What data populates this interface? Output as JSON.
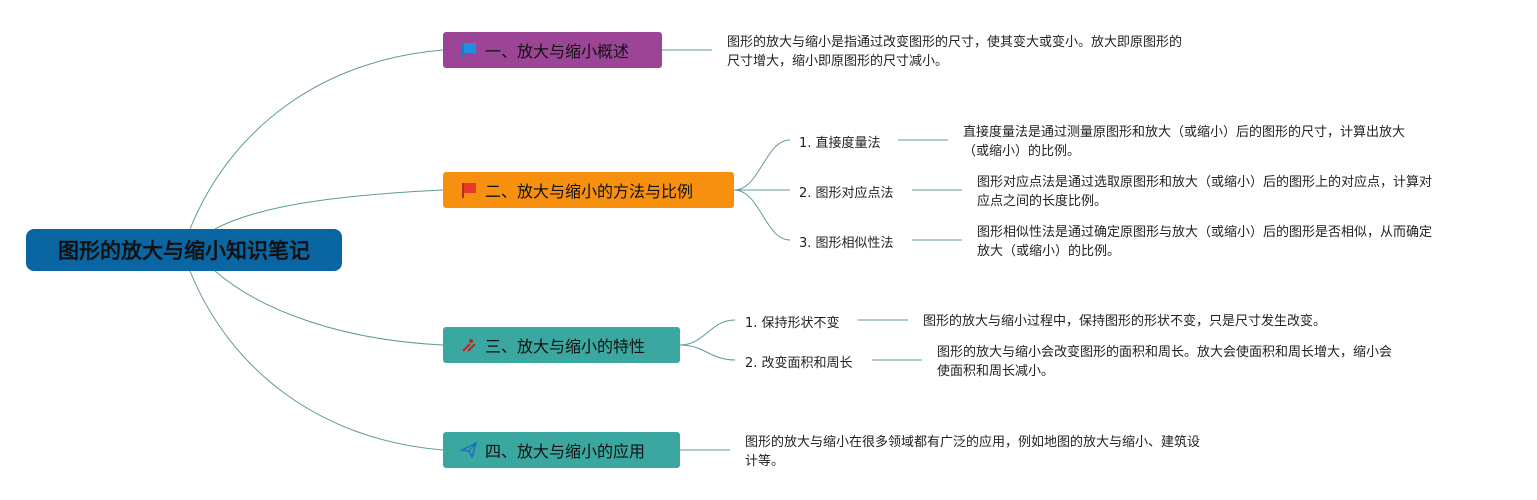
{
  "root": {
    "title": "图形的放大与缩小知识笔记"
  },
  "branches": [
    {
      "label": "一、放大与缩小概述",
      "icon": "flag-blue-icon",
      "desc": [
        "图形的放大与缩小是指通过改变图形的尺寸，使其变大或变小。放大即原图形的",
        "尺寸增大，缩小即原图形的尺寸减小。"
      ]
    },
    {
      "label": "二、放大与缩小的方法与比例",
      "icon": "flag-red-icon",
      "subs": [
        {
          "label": "1. 直接度量法",
          "desc": [
            "直接度量法是通过测量原图形和放大（或缩小）后的图形的尺寸，计算出放大",
            "（或缩小）的比例。"
          ]
        },
        {
          "label": "2. 图形对应点法",
          "desc": [
            "图形对应点法是通过选取原图形和放大（或缩小）后的图形上的对应点，计算对",
            "应点之间的长度比例。"
          ]
        },
        {
          "label": "3. 图形相似性法",
          "desc": [
            "图形相似性法是通过确定原图形与放大（或缩小）后的图形是否相似，从而确定",
            "放大（或缩小）的比例。"
          ]
        }
      ]
    },
    {
      "label": "三、放大与缩小的特性",
      "icon": "tools-icon",
      "subs": [
        {
          "label": "1. 保持形状不变",
          "desc": [
            "图形的放大与缩小过程中，保持图形的形状不变，只是尺寸发生改变。"
          ]
        },
        {
          "label": "2. 改变面积和周长",
          "desc": [
            "图形的放大与缩小会改变图形的面积和周长。放大会使面积和周长增大，缩小会",
            "使面积和周长减小。"
          ]
        }
      ]
    },
    {
      "label": "四、放大与缩小的应用",
      "icon": "paper-plane-icon",
      "desc": [
        "图形的放大与缩小在很多领域都有广泛的应用，例如地图的放大与缩小、建筑设",
        "计等。"
      ]
    }
  ],
  "colors": {
    "root": "#0a66a3",
    "branch1": "#9c4597",
    "branch2": "#f6900e",
    "branch3": "#3aa8a0",
    "branch4": "#3aa8a0",
    "line": "#5e9a96"
  }
}
